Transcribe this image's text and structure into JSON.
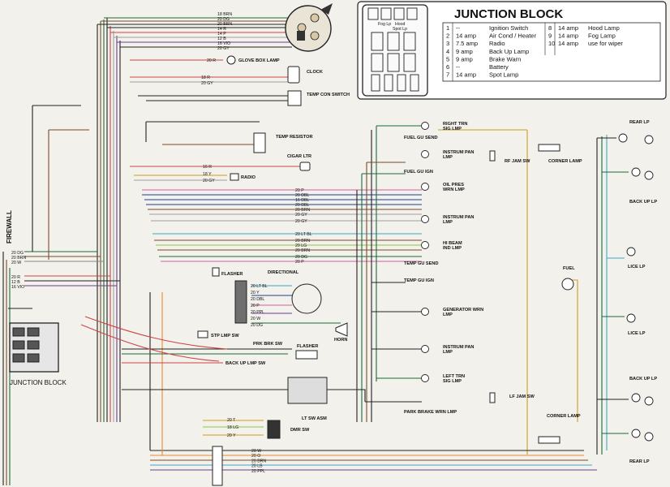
{
  "junction_block": {
    "title": "JUNCTION BLOCK",
    "rows": [
      {
        "num": "1",
        "amp": "--",
        "desc": "Ignition Switch",
        "num2": "8",
        "amp2": "14 amp",
        "desc2": "Hood Lamp"
      },
      {
        "num": "2",
        "amp": "14 amp",
        "desc": "Air Cond / Heater",
        "num2": "9",
        "amp2": "14 amp",
        "desc2": "Fog Lamp"
      },
      {
        "num": "3",
        "amp": "7.5 amp",
        "desc": "Radio",
        "num2": "10",
        "amp2": "14 amp",
        "desc2": "use for wiper"
      },
      {
        "num": "4",
        "amp": "9 amp",
        "desc": "Back Up Lamp",
        "num2": "",
        "amp2": "",
        "desc2": ""
      },
      {
        "num": "5",
        "amp": "9 amp",
        "desc": "Brake Warn",
        "num2": "",
        "amp2": "",
        "desc2": ""
      },
      {
        "num": "6",
        "amp": "--",
        "desc": "Battery",
        "num2": "",
        "amp2": "",
        "desc2": ""
      },
      {
        "num": "7",
        "amp": "14 amp",
        "desc": "Spot Lamp",
        "num2": "",
        "amp2": "",
        "desc2": ""
      }
    ],
    "fuse_labels": {
      "top_a": "Fog Lp",
      "top_b": "Hood",
      "top_c": "Spot Lp"
    }
  },
  "firewall": "FIREWALL",
  "bottom_junction": "JUNCTION BLOCK",
  "ign_wires": [
    "18 BRN",
    "20 DG",
    "20 BRN",
    "14 R",
    "14 P",
    "12 B",
    "16 VIO",
    "20 GY"
  ],
  "left_edge_wires": [
    "20 DG",
    "20 BRN",
    "20 W",
    "20 R",
    "12 B",
    "16 VIO"
  ],
  "components": {
    "glove_box": "GLOVE BOX LAMP",
    "glove_wire": "20 R",
    "clock": "CLOCK",
    "clock_wires": [
      "18 R",
      "20 GY"
    ],
    "temp_con": "TEMP CON SWITCH",
    "temp_resistor": "TEMP RESISTOR",
    "cigar": "CIGAR LTR",
    "cigar_wire": "16 R",
    "radio": "RADIO",
    "radio_wires": [
      "18 Y",
      "20 GY"
    ],
    "flasher": "FLASHER",
    "flasher2": "FLASHER",
    "directional": "DIRECTIONAL",
    "dir_wires": [
      "20 LT BL",
      "20 Y",
      "20 DBL",
      "20 P",
      "20 PPL",
      "20 W",
      "20 DG"
    ],
    "horn": "HORN",
    "stp_lmp": "STP LMP SW",
    "prk_brk": "PRK BRK SW",
    "back_up_sw": "BACK UP LMP SW",
    "lt_sw": "LT SW ASM",
    "dmr_sw": "DMR SW",
    "dmr_wires": [
      "20 T",
      "18 LG",
      "20 Y"
    ],
    "bottom_wires": [
      "20 W",
      "20 O",
      "20 BRN",
      "20 LB",
      "20 PPL"
    ]
  },
  "center_wires": [
    "20 P",
    "20 DBL",
    "16 DBL",
    "20 DBL",
    "20 BRN",
    "20 GY",
    "20 GY",
    "20 LT BL",
    "20 BRN",
    "20 LG",
    "20 BRN",
    "20 DG",
    "20 P"
  ],
  "dash": [
    "RIGHT TRN SIG LMP",
    "FUEL GU SEND",
    "INSTRUM PAN LMP",
    "FUEL GU IGN",
    "OIL PRES WRN LMP",
    "INSTRUM PAN LMP",
    "HI BEAM IND LMP",
    "TEMP GU SEND",
    "TEMP GU IGN",
    "GENERATOR WRN LMP",
    "INSTRUM PAN LMP",
    "LEFT TRN SIG LMP",
    "PARK BRAKE WRN LMP"
  ],
  "rf_jam": "RF JAM SW",
  "lf_jam": "LF JAM SW",
  "corner_top": "CORNER LAMP",
  "corner_bottom": "CORNER LAMP",
  "fuel": "FUEL",
  "rear": {
    "rear_lp_top": "REAR LP",
    "back_up_top": "BACK UP LP",
    "lice_top": "LICE LP",
    "lice_bottom": "LICE LP",
    "back_up_bottom": "BACK UP LP",
    "rear_lp_bottom": "REAR LP"
  }
}
